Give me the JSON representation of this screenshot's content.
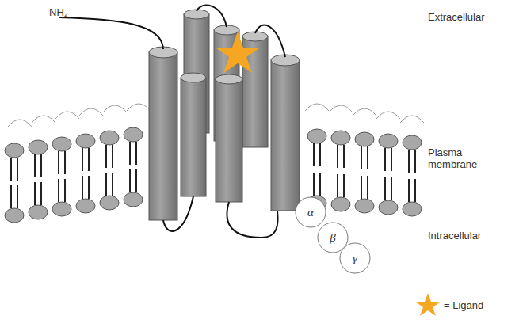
{
  "diagram": {
    "nodes": [
      {
        "text": [
          "α"
        ]
      },
      {
        "text": [
          "β"
        ]
      },
      {
        "text": [
          "γ"
        ]
      }
    ],
    "labels": [
      "NH₂",
      "Extracellular",
      "Plasma membrane",
      "Intracellular"
    ],
    "legend": [
      {
        "text": "= Ligand"
      }
    ]
  }
}
